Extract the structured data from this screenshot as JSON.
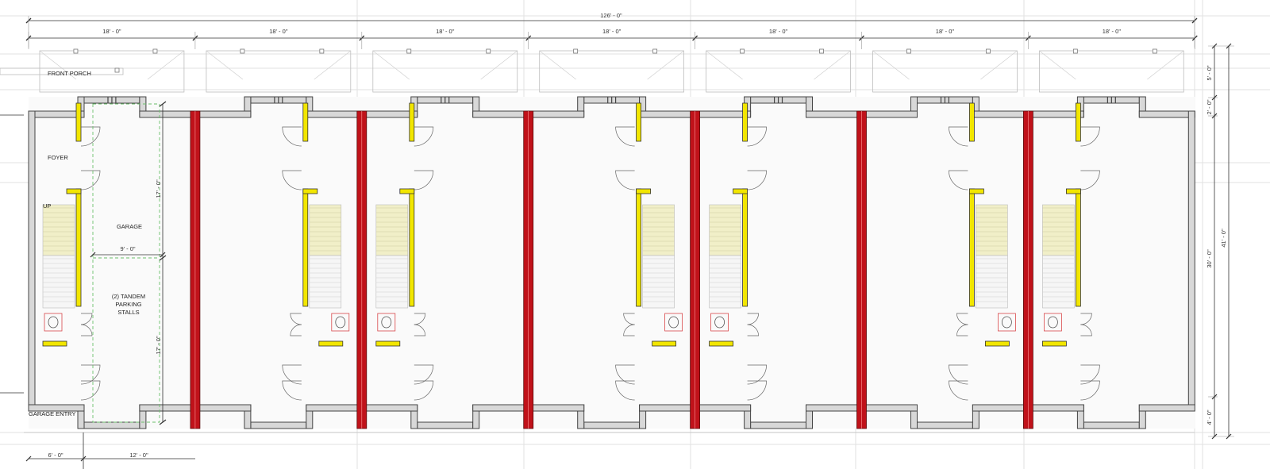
{
  "dimensions": {
    "overall": "126' - 0\"",
    "units": [
      "18' - 0\"",
      "18' - 0\"",
      "18' - 0\"",
      "18' - 0\"",
      "18' - 0\"",
      "18' - 0\"",
      "18' - 0\""
    ],
    "bottom": [
      "6' - 0\"",
      "12' - 0\""
    ],
    "right_outer": "41' - 0\"",
    "right_segments": [
      "5' - 0\"",
      "2' - 0\"",
      "30' - 0\"",
      "4' - 0\""
    ],
    "garage_width": "9' - 0\"",
    "garage_upper": "17' - 0\"",
    "garage_lower": "17' - 0\""
  },
  "labels": {
    "front_porch": "FRONT PORCH",
    "foyer": "FOYER",
    "up": "UP",
    "garage": "GARAGE",
    "tandem": [
      "(2) TANDEM",
      "PARKING",
      "STALLS"
    ],
    "garage_entry": "GARAGE ENTRY"
  },
  "units_count": 7,
  "colors": {
    "firewall": "#c0121a",
    "wall_fill": "#d8d8d8",
    "highlight_wall": "#f2e600",
    "stair_fill": "#f1efc8",
    "parking_outline": "#66bb66",
    "fixture": "#d9484a"
  }
}
